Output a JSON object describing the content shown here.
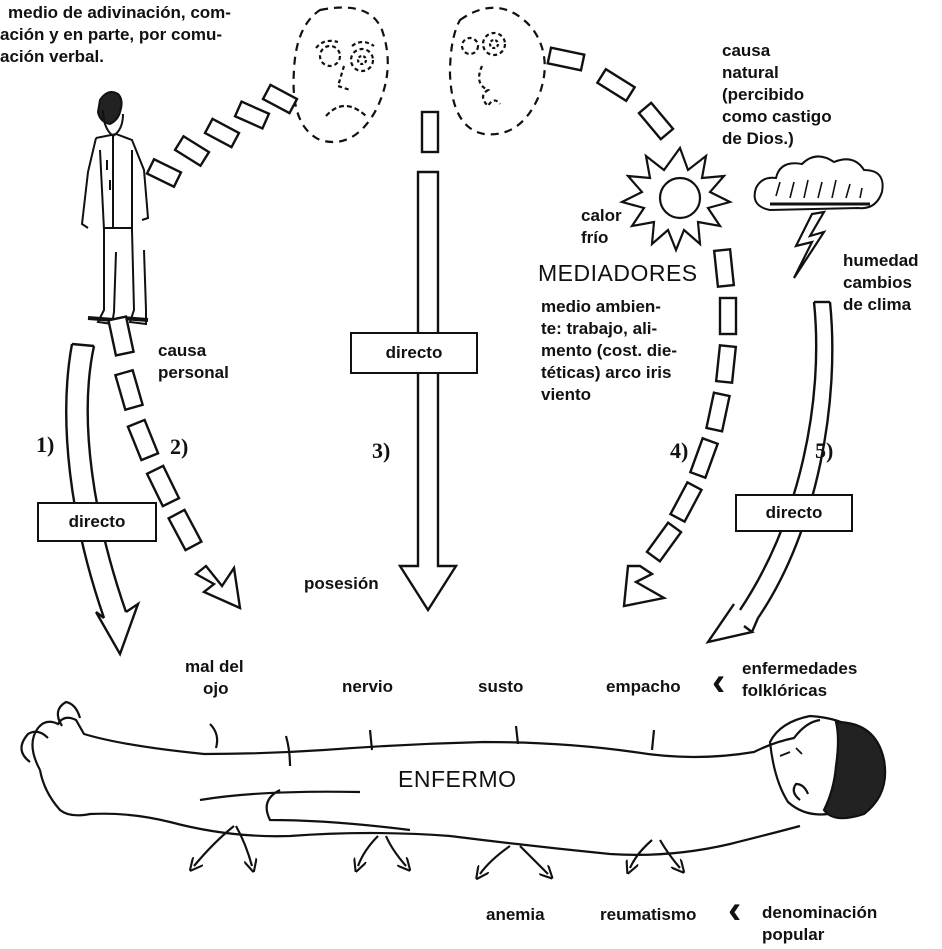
{
  "top_text": {
    "line1": "medio de adivinación, com-",
    "line2": "ación y en parte, por comu-",
    "line3": "ación verbal."
  },
  "natural_cause": {
    "line1": "causa",
    "line2": "natural",
    "line3": "(percibido",
    "line4": "como castigo",
    "line5": "de Dios.)"
  },
  "sun_labels": {
    "line1": "calor",
    "line2": "frío"
  },
  "storm_labels": {
    "line1": "humedad",
    "line2": "cambios",
    "line3": "de clima"
  },
  "mediators": {
    "title": "MEDIADORES",
    "line1": "medio ambien-",
    "line2": "te: trabajo, ali-",
    "line3": "mento (cost. die-",
    "line4": "téticas) arco iris",
    "line5": "viento"
  },
  "personal_cause": {
    "line1": "causa",
    "line2": "personal"
  },
  "paths": {
    "p1": {
      "number": "1)",
      "label": "directo"
    },
    "p2": {
      "number": "2)"
    },
    "p3": {
      "number": "3)",
      "label": "directo",
      "end_label": "posesión"
    },
    "p4": {
      "number": "4)"
    },
    "p5": {
      "number": "5)",
      "label": "directo"
    }
  },
  "folk_illnesses": {
    "items": [
      "mal del",
      "ojo",
      "nervio",
      "susto",
      "empacho"
    ],
    "group_label_1": "enfermedades",
    "group_label_2": "folklóricas"
  },
  "patient_label": "ENFERMO",
  "popular_names": {
    "items": [
      "anemia",
      "reumatismo"
    ],
    "group_label_1": "denominación",
    "group_label_2": "popular"
  },
  "bracket_glyph": "‹"
}
